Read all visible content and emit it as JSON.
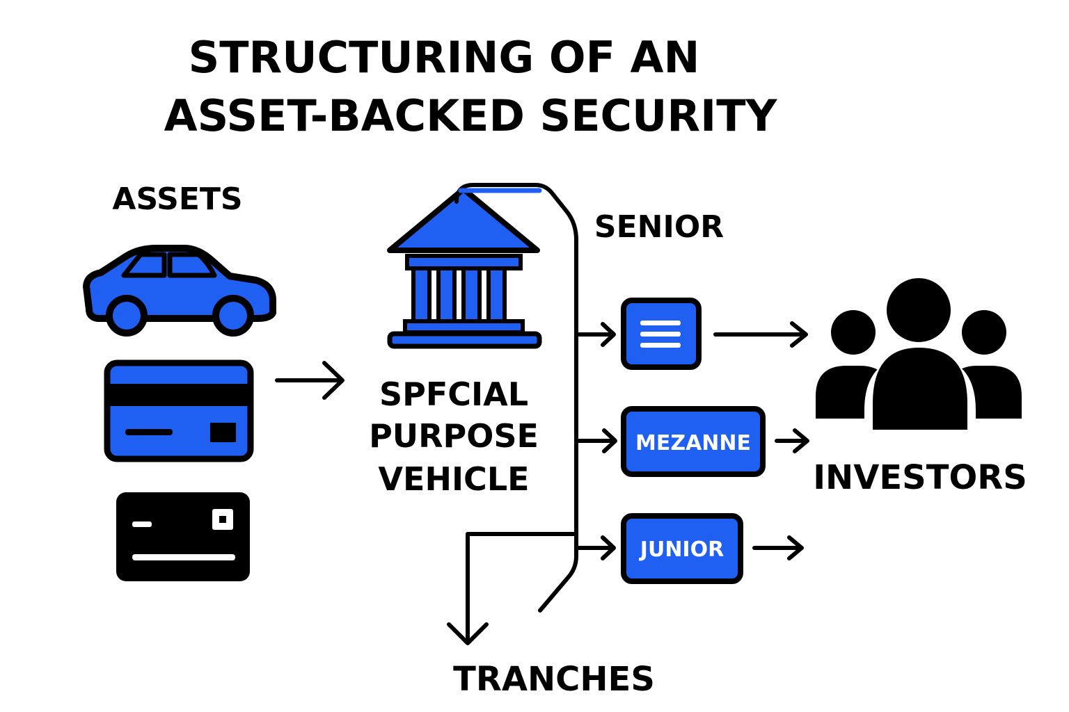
{
  "title": {
    "line1": "STRUCTURING OF AN",
    "line2": "ASSET-BACKED SECURITY"
  },
  "assets": {
    "label": "ASSETS",
    "items": [
      {
        "icon": "car-icon"
      },
      {
        "icon": "credit-card-icon"
      },
      {
        "icon": "debit-card-icon"
      }
    ]
  },
  "spv": {
    "icon": "bank-building-icon",
    "line1": "SPFCIAL",
    "line2": "PURPOSE",
    "line3": "VEHICLE"
  },
  "tranches": {
    "label": "TRANCHES",
    "senior": {
      "label": "SENIOR",
      "icon": "menu-lines-icon"
    },
    "mezzanine": {
      "label": "MEZANNE"
    },
    "junior": {
      "label": "JUNIOR"
    }
  },
  "investors": {
    "label": "INVESTORS",
    "icon": "people-group-icon"
  },
  "colors": {
    "accent": "#1f5ff2",
    "outline": "#000000",
    "background": "#ffffff"
  }
}
